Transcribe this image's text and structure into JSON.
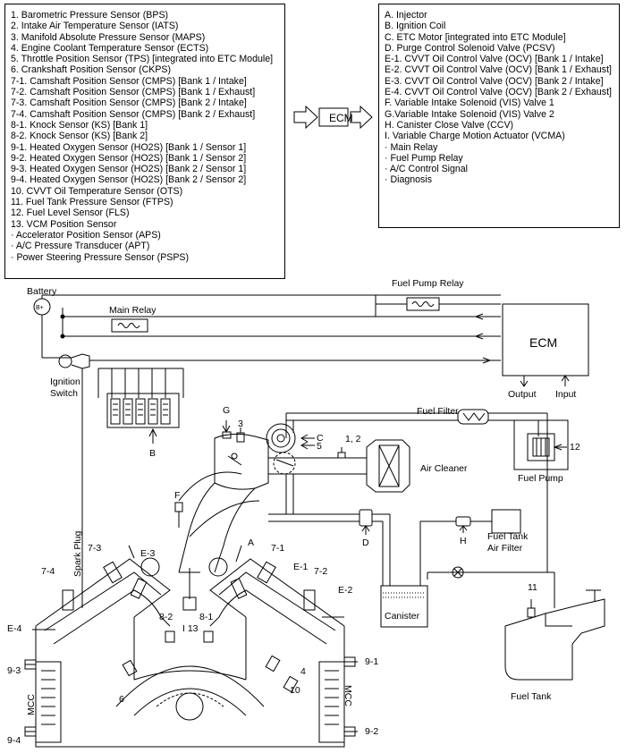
{
  "inputs": [
    "1. Barometric Pressure Sensor (BPS)",
    "2. Intake Air Temperature Sensor (IATS)",
    "3. Manifold Absolute Pressure Sensor (MAPS)",
    "4. Engine Coolant Temperature Sensor (ECTS)",
    "5. Throttle Position Sensor (TPS) [integrated into ETC Module]",
    "6. Crankshaft Position Sensor (CKPS)",
    "7-1. Camshaft Position Sensor (CMPS) [Bank 1 / Intake]",
    "7-2. Camshaft Position Sensor (CMPS) [Bank 1 / Exhaust]",
    "7-3. Camshaft Position Sensor (CMPS) [Bank 2 / Intake]",
    "7-4. Camshaft Position Sensor (CMPS) [Bank 2 / Exhaust]",
    "8-1. Knock Sensor (KS) [Bank 1]",
    "8-2. Knock Sensor (KS) [Bank 2]",
    "9-1. Heated Oxygen Sensor (HO2S) [Bank 1 / Sensor 1]",
    "9-2. Heated Oxygen Sensor (HO2S) [Bank 1 / Sensor 2]",
    "9-3. Heated Oxygen Sensor (HO2S) [Bank 2 / Sensor 1]",
    "9-4. Heated Oxygen Sensor (HO2S) [Bank 2 / Sensor 2]",
    "10. CVVT Oil Temperature Sensor (OTS)",
    "11. Fuel Tank Pressure Sensor (FTPS)",
    "12. Fuel Level Sensor (FLS)",
    "13. VCM Position Sensor",
    "· Accelerator Position Sensor (APS)",
    "· A/C Pressure Transducer (APT)",
    "· Power Steering Pressure Sensor (PSPS)"
  ],
  "outputs": [
    "A. Injector",
    "B. Ignition Coil",
    "C. ETC Motor [integrated into ETC Module]",
    "D. Purge Control Solenoid Valve (PCSV)",
    "E-1. CVVT Oil Control Valve (OCV) [Bank 1 / Intake]",
    "E-2. CVVT Oil Control Valve (OCV) [Bank 1 / Exhaust]",
    "E-3. CVVT Oil Control Valve (OCV) [Bank 2 / Intake]",
    "E-4. CVVT Oil Control Valve (OCV) [Bank 2 / Exhaust]",
    "F. Variable Intake Solenoid (VIS) Valve 1",
    "G.Variable Intake Solenoid (VIS) Valve 2",
    "H. Canister Close Valve (CCV)",
    "I. Variable Charge Motion Actuator (VCMA)",
    "· Main Relay",
    "· Fuel Pump Relay",
    "· A/C Control Signal",
    "· Diagnosis"
  ],
  "ecm_center": "ECM",
  "diagram": {
    "battery": "Battery",
    "battery_symbol": "B+",
    "main_relay": "Main Relay",
    "fuel_pump_relay": "Fuel Pump Relay",
    "ecm": "ECM",
    "output": "Output",
    "input": "Input",
    "ignition_switch_1": "Ignition",
    "ignition_switch_2": "Switch",
    "fuel_filter": "Fuel Filter",
    "fuel_pump": "Fuel Pump",
    "air_cleaner": "Air Cleaner",
    "fuel_tank_air_filter_1": "Fuel Tank",
    "fuel_tank_air_filter_2": "Air Filter",
    "canister": "Canister",
    "fuel_tank": "Fuel Tank",
    "spark_plug": "Spark Plug",
    "mcc": "MCC",
    "lbl_b": "B",
    "lbl_g": "G",
    "lbl_3": "3",
    "lbl_c": "C",
    "lbl_5": "5",
    "lbl_12ab": "1, 2",
    "lbl_12": "12",
    "lbl_f": "F",
    "lbl_d": "D",
    "lbl_h": "H",
    "lbl_a": "A",
    "lbl_e3": "E-3",
    "lbl_73": "7-3",
    "lbl_71": "7-1",
    "lbl_e1": "E-1",
    "lbl_74": "7-4",
    "lbl_72": "7-2",
    "lbl_e4": "E-4",
    "lbl_e2": "E-2",
    "lbl_11": "11",
    "lbl_82": "8-2",
    "lbl_i13": "I 13",
    "lbl_81": "8-1",
    "lbl_93": "9-3",
    "lbl_91": "9-1",
    "lbl_4": "4",
    "lbl_6": "6",
    "lbl_10": "10",
    "lbl_94": "9-4",
    "lbl_92": "9-2"
  }
}
